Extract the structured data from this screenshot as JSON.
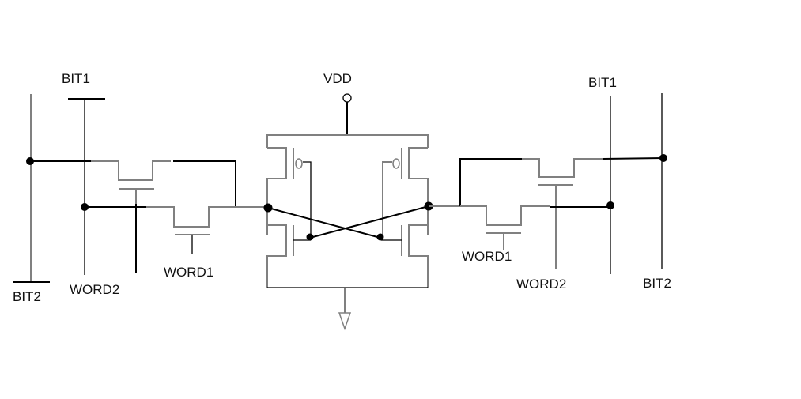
{
  "diagram": {
    "title": "SRAM dual-port cell schematic",
    "labels": {
      "left_bit1": "BIT1",
      "left_bit2": "BIT2",
      "left_word2": "WORD2",
      "left_word1": "WORD1",
      "vdd": "VDD",
      "right_bit1": "BIT1",
      "right_word1": "WORD1",
      "right_word2": "WORD2",
      "right_bit2": "BIT2"
    },
    "colors": {
      "wire_primary": "#000000",
      "wire_secondary": "#808080",
      "background": "#ffffff"
    },
    "components": [
      "left-access-transistor-word2",
      "left-access-transistor-word1",
      "pmos-left",
      "pmos-right",
      "nmos-left",
      "nmos-right",
      "right-access-transistor-word2",
      "right-access-transistor-word1",
      "vdd-terminal",
      "ground-symbol"
    ]
  }
}
